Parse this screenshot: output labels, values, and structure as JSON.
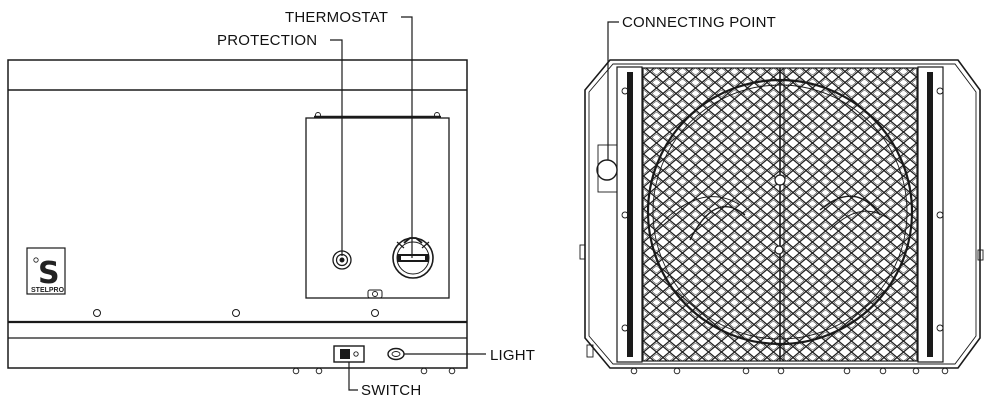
{
  "callouts": {
    "thermostat": "THERMOSTAT",
    "protection": "PROTECTION",
    "light": "LIGHT",
    "switch": "SWITCH",
    "connecting_point": "CONNECTING POINT"
  },
  "logo": {
    "letter": "S",
    "brand": "STELPRO"
  },
  "colors": {
    "line": "#1a1a1a",
    "fill": "#ffffff"
  }
}
